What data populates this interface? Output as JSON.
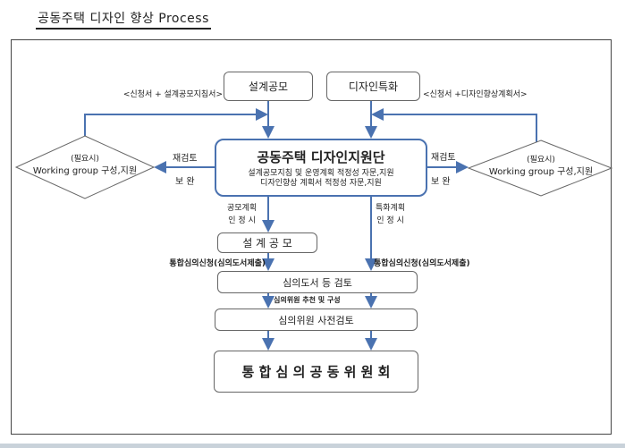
{
  "title": "공동주택 디자인 향상 Process",
  "top_boxes": {
    "left": "설계공모",
    "right": "디자인특화"
  },
  "top_labels": {
    "left": "<신청서 + 설계공모지침서>",
    "right": "<신청서 +디자인향상계획서>"
  },
  "center": {
    "title": "공동주택 디자인지원단",
    "line1": "설계공모지침 및 운영계획 적정성 자문,지원",
    "line2": "디자인향상 계획서 적정성 자문,지원"
  },
  "diamonds": {
    "left": {
      "note": "(필요시)",
      "text": "Working group 구성,지원"
    },
    "right": {
      "note": "(필요시)",
      "text": "Working group 구성,지원"
    }
  },
  "side_labels": {
    "left_top": "재검토",
    "left_bottom": "보 완",
    "right_top": "재검토",
    "right_bottom": "보 완"
  },
  "branch_labels": {
    "left_line1": "공모계획",
    "left_line2": "인 정 시",
    "right_line1": "특화계획",
    "right_line2": "인 정 시"
  },
  "steps": {
    "competition": "설 계 공 모",
    "apply_left": "통합심의신청(심의도서제출)",
    "apply_right": "통합심의신청(심의도서제출)",
    "review_docs": "심의도서 등 검토",
    "committee_select": "심의위원 추천 및 구성",
    "pre_review": "심의위원 사전검토",
    "final": "통 합 심 의 공 동 위 원 회"
  },
  "colors": {
    "arrow": "#4a72b0",
    "border": "#666666"
  }
}
